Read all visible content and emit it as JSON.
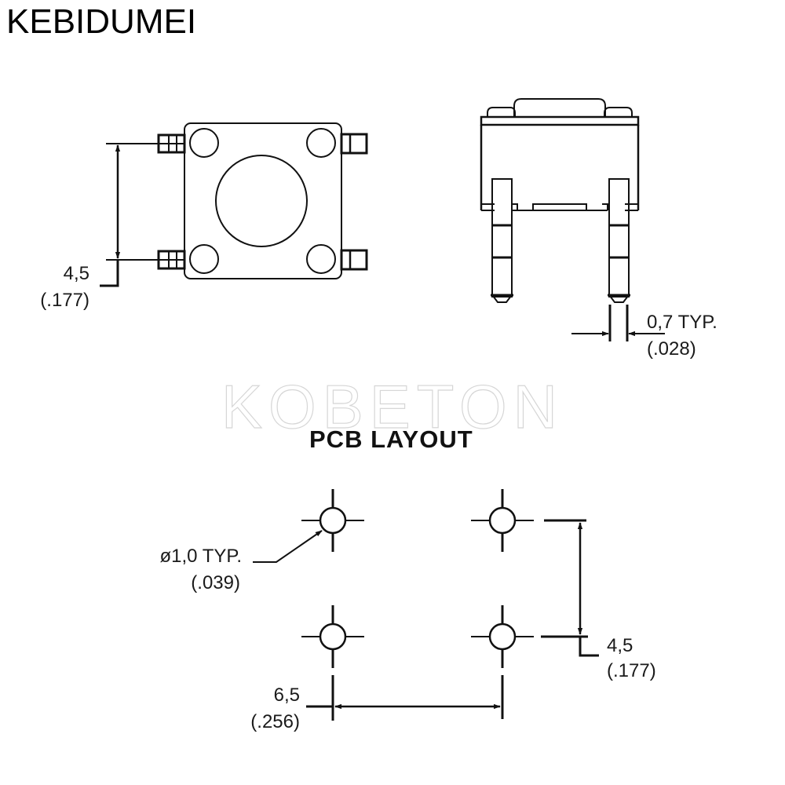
{
  "brand": {
    "name": "KEBIDUMEI"
  },
  "watermark": {
    "text": "KOBETON"
  },
  "top_view": {
    "pitch_dim": {
      "value": "4,5",
      "inches": "(.177)"
    }
  },
  "side_view": {
    "lead_width_dim": {
      "value": "0,7 TYP.",
      "inches": "(.028)"
    }
  },
  "pcb_layout": {
    "title": "PCB LAYOUT",
    "hole_dim": {
      "value": "ø1,0 TYP.",
      "inches": "(.039)"
    },
    "vertical_pitch_dim": {
      "value": "4,5",
      "inches": "(.177)"
    },
    "horizontal_pitch_dim": {
      "value": "6,5",
      "inches": "(.256)"
    }
  },
  "colors": {
    "line": "#111111",
    "background": "#ffffff",
    "watermark": "#d6d6d6"
  }
}
